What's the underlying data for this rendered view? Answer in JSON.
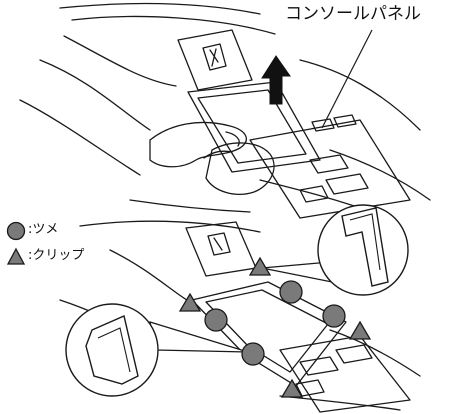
{
  "callout": {
    "label": "コンソールパネル"
  },
  "legend": {
    "items": [
      {
        "symbol": "circle-marker-icon",
        "text": ":ツメ",
        "color": "#7a7a7a"
      },
      {
        "symbol": "triangle-marker-icon",
        "text": ":クリップ",
        "color": "#7a7a7a"
      }
    ]
  },
  "colors": {
    "line": "#1a1a1a",
    "marker_fill": "#7a7a7a",
    "background": "#ffffff"
  },
  "icons": {
    "upward_arrow": "up-arrow-icon",
    "clip_detail": "clip-detail-icon"
  }
}
